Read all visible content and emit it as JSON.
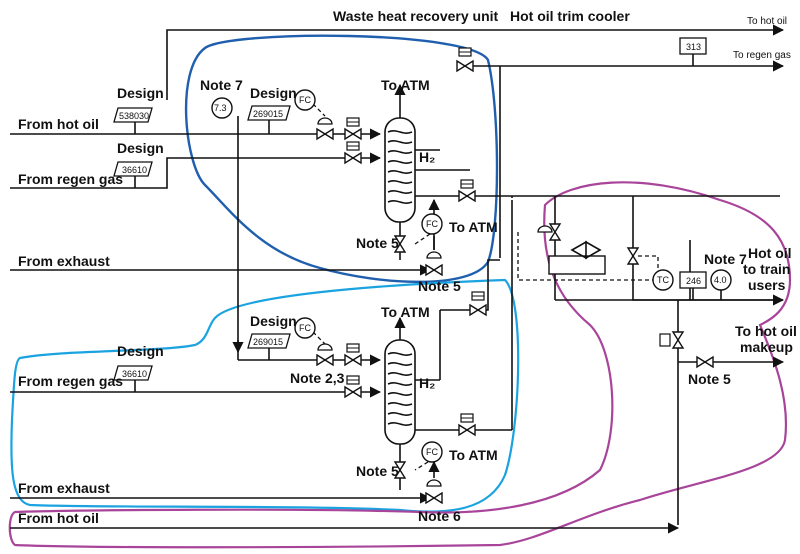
{
  "colors": {
    "line": "#111111",
    "boundary_dark_blue": "#1f5fae",
    "boundary_light_blue": "#1aa3e0",
    "boundary_purple": "#a8459a"
  },
  "headers": {
    "whru": "Waste heat recovery unit",
    "trim": "Hot oil trim cooler"
  },
  "inlets": {
    "hot_oil_top": "From hot oil",
    "regen_top": "From regen gas",
    "exhaust_top": "From exhaust",
    "regen_bottom": "From regen gas",
    "exhaust_bottom": "From exhaust",
    "hot_oil_bottom": "From hot oil"
  },
  "outlets": {
    "to_hot_oil": "To hot oil",
    "to_regen_gas": "To regen gas",
    "to_train_1": "Hot oil",
    "to_train_2": "to train",
    "to_train_3": "users",
    "makeup_1": "To hot oil",
    "makeup_2": "makeup"
  },
  "atm": {
    "top1": "To ATM",
    "top2": "To ATM",
    "bot1": "To ATM",
    "bot2": "To ATM"
  },
  "notes": {
    "n7_top": "Note 7",
    "n5_top": "Note 5",
    "n5_top2": "Note 5",
    "n23": "Note 2,3",
    "n5_bot": "Note 5",
    "n6": "Note 6",
    "n7_right": "Note 7",
    "n5_right": "Note 5"
  },
  "design": {
    "d1_label": "Design",
    "d1_value": "538030",
    "d2_label": "Design",
    "d2_value": "36610",
    "d3_label": "Design",
    "d3_value": "269015",
    "d4_label": "Design",
    "d4_value": "269015",
    "d5_label": "Design",
    "d5_value": "36610"
  },
  "instruments": {
    "fc1": "FC",
    "fc2": "FC",
    "fc3": "FC",
    "fc4": "FC",
    "tc": "TC",
    "circ_top": "7.3",
    "circ_right": "4.0",
    "box_313": "313",
    "box_246": "246"
  },
  "h2": {
    "top": "H₂",
    "bottom": "H₂"
  }
}
